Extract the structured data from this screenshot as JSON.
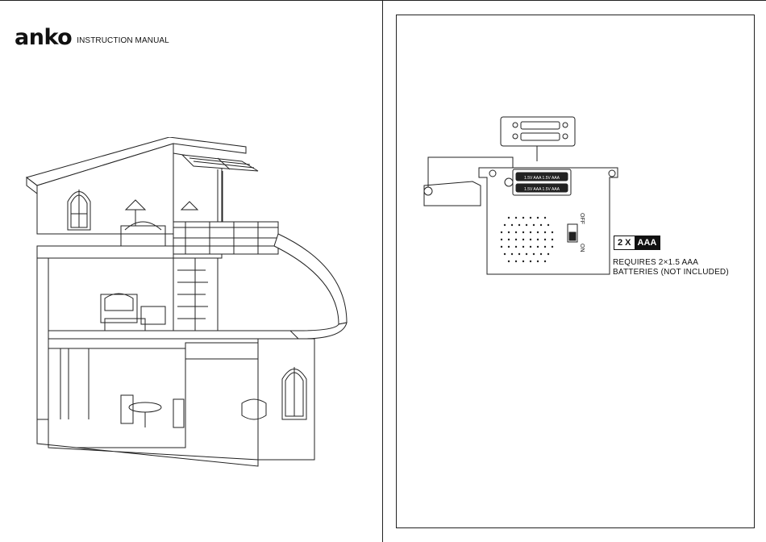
{
  "left_page": {
    "brand_logo": "anko",
    "manual_title": "INSTRUCTION MANUAL"
  },
  "right_page": {
    "switch_labels": {
      "off": "OFF",
      "on": "ON"
    },
    "battery_badge": {
      "quantity": "2 X",
      "type": "AAA"
    },
    "requirement_lines": [
      "REQUIRES 2×1.5 AAA",
      "BATTERIES (NOT INCLUDED)"
    ]
  },
  "colors": {
    "line": "#222222",
    "badge_dark": "#111111",
    "paper": "#ffffff"
  },
  "icons": [
    "dollhouse-illustration",
    "battery-compartment-diagram",
    "battery-icon",
    "speaker-grille-icon",
    "on-off-switch-icon"
  ]
}
